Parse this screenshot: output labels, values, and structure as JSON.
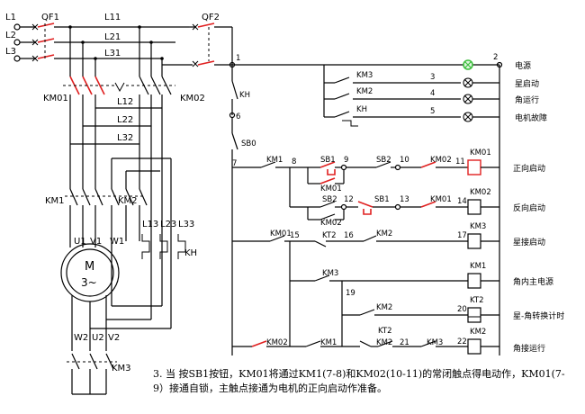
{
  "power": {
    "L1": "L1",
    "L2": "L2",
    "L3": "L3",
    "QF1": "QF1",
    "QF2": "QF2",
    "L11": "L11",
    "L21": "L21",
    "L31": "L31",
    "L12": "L12",
    "L22": "L22",
    "L32": "L32",
    "L13": "L13",
    "L23": "L23",
    "L33": "L33",
    "KM01": "KM01",
    "KM02": "KM02",
    "KM1": "KM1",
    "KM2": "KM2",
    "KM3": "KM3",
    "KH": "KH",
    "motor_m": "M",
    "motor_3": "3~",
    "U1": "U1",
    "V1": "V1",
    "W1": "W1",
    "W2": "W2",
    "U2": "U2",
    "V2": "V2"
  },
  "control": {
    "nodes": [
      "1",
      "2",
      "3",
      "4",
      "5",
      "6",
      "7",
      "8",
      "9",
      "10",
      "11",
      "12",
      "13",
      "14",
      "15",
      "16",
      "17",
      "19",
      "20",
      "21",
      "22"
    ],
    "kh_top": "KH",
    "sb0": "SB0",
    "km3_ind": "KM3",
    "km2_ind": "KM2",
    "kh_ind": "KH",
    "r1_km1": "KM1",
    "r1_sb1": "SB1",
    "r1_sb2": "SB2",
    "r1_km02": "KM02",
    "r1_km01": "KM01",
    "r2_sb2": "SB2",
    "r2_sb1": "SB1",
    "r2_km01": "KM01",
    "r2_km02": "KM02",
    "coil1": "KM01",
    "coil2": "KM02",
    "r3_km01": "KM01",
    "r3_kt2": "KT2",
    "r3_km2": "KM2",
    "coil3": "KM3",
    "r4_km3": "KM3",
    "coil4": "KM1",
    "r5_km2": "KM2",
    "coil5": "KT2",
    "r6_km02": "KM02",
    "r6_km1": "KM1",
    "r6_kt2": "KT2",
    "r6_km2": "KM2",
    "r6_km3": "KM3",
    "coil6": "KM2"
  },
  "labels": {
    "source": "电源",
    "star_start": "星启动",
    "delta_run": "角运行",
    "motor_fault": "电机故障",
    "fwd_start": "正向启动",
    "rev_start": "反向启动",
    "star_contactor": "星接启动",
    "delta_main": "角内主电源",
    "star_delta_timer": "星-角转换计时",
    "delta_running": "角接运行"
  },
  "caption": "3. 当 按SB1按钮，KM01将通过KM1(7-8)和KM02(10-11)的常闭触点得电动作，KM01(7-9）接通自锁，主触点接通为电机的正向启动作准备。"
}
